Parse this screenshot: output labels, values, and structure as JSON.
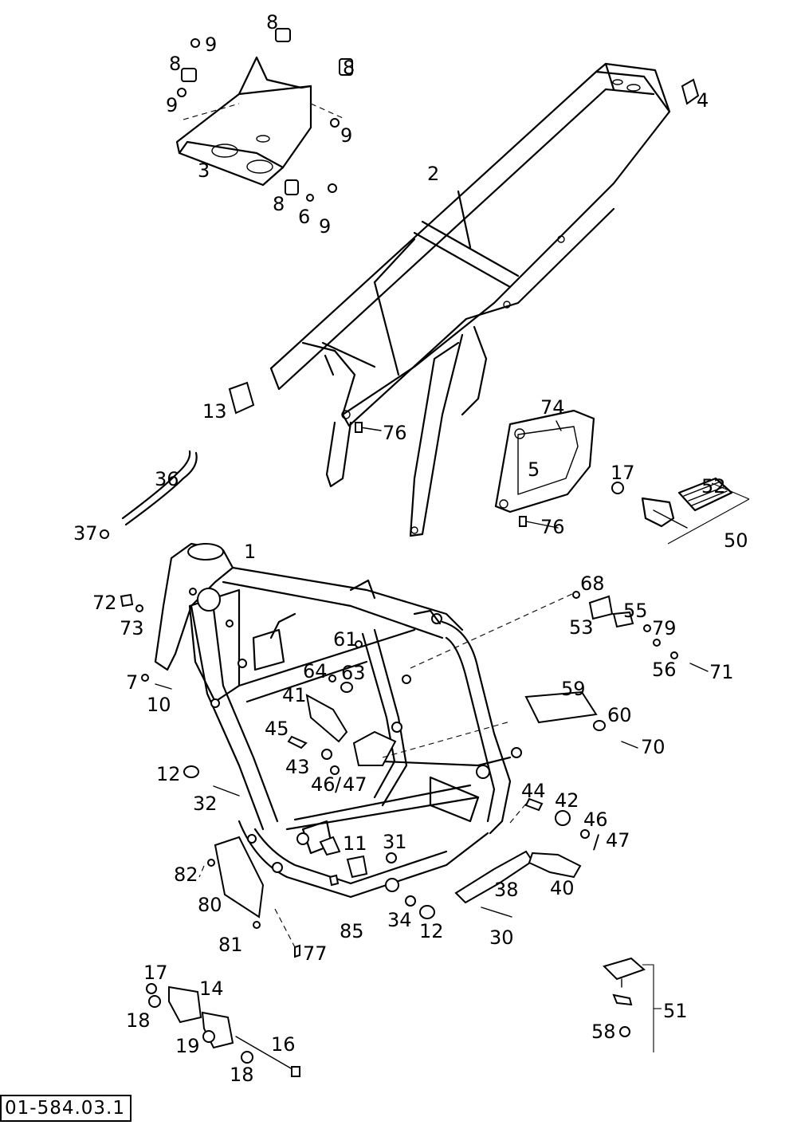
{
  "drawing_number": "01-584.03.1",
  "callouts": {
    "c1": "1",
    "c2": "2",
    "c3": "3",
    "c4": "4",
    "c5": "5",
    "c6": "6",
    "c7": "7",
    "c8a": "8",
    "c8b": "8",
    "c8c": "8",
    "c8d": "8",
    "c9a": "9",
    "c9b": "9",
    "c9c": "9",
    "c9d": "9",
    "c10": "10",
    "c11": "11",
    "c12a": "12",
    "c12b": "12",
    "c13": "13",
    "c14": "14",
    "c16": "16",
    "c17a": "17",
    "c17b": "17",
    "c18a": "18",
    "c18b": "18",
    "c19": "19",
    "c30": "30",
    "c31": "31",
    "c32": "32",
    "c34": "34",
    "c36": "36",
    "c37": "37",
    "c38": "38",
    "c40": "40",
    "c41": "41",
    "c42": "42",
    "c43": "43",
    "c44": "44",
    "c45": "45",
    "c46a": "46",
    "c46b": "46",
    "c47a": "47",
    "c47b": "47",
    "c50": "50",
    "c51": "51",
    "c52": "52",
    "c53": "53",
    "c55": "55",
    "c56": "56",
    "c58": "58",
    "c59": "59",
    "c60": "60",
    "c61": "61",
    "c63": "63",
    "c64": "64",
    "c68": "68",
    "c70": "70",
    "c71": "71",
    "c72": "72",
    "c73": "73",
    "c74": "74",
    "c76a": "76",
    "c76b": "76",
    "c77": "77",
    "c79": "79",
    "c80": "80",
    "c81": "81",
    "c82": "82",
    "c85": "85",
    "slash_a": "/",
    "slash_b": "/"
  }
}
